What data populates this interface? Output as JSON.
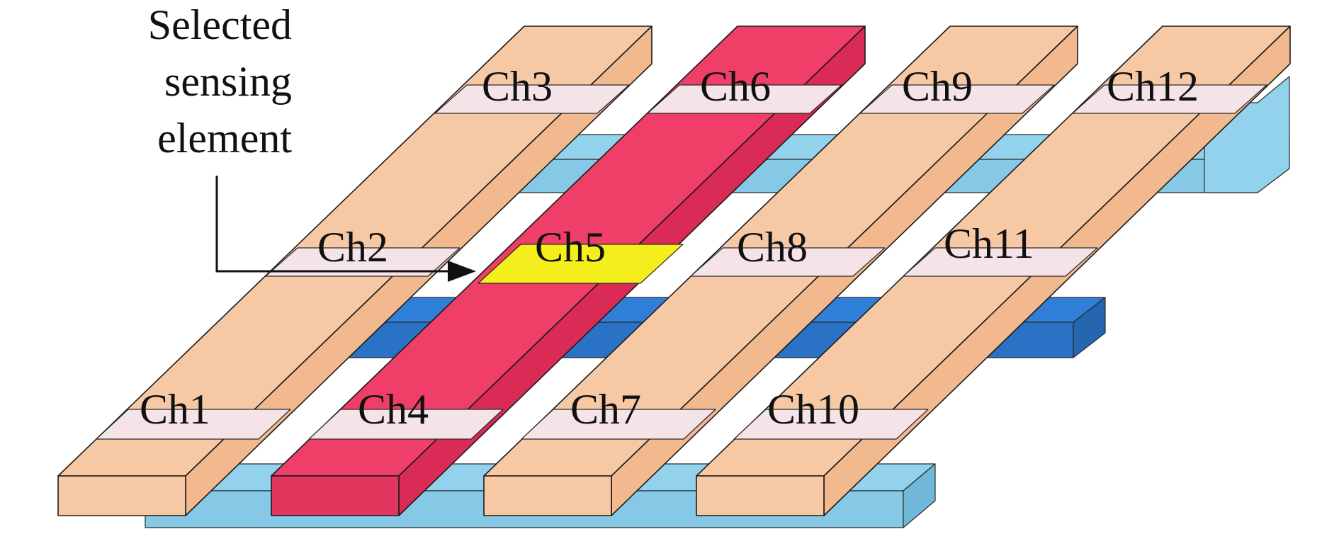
{
  "annotation": {
    "lines": [
      "Selected",
      "sensing",
      "element"
    ]
  },
  "channels": [
    {
      "id": "Ch1",
      "label": "Ch1"
    },
    {
      "id": "Ch2",
      "label": "Ch2"
    },
    {
      "id": "Ch3",
      "label": "Ch3"
    },
    {
      "id": "Ch4",
      "label": "Ch4"
    },
    {
      "id": "Ch5",
      "label": "Ch5"
    },
    {
      "id": "Ch6",
      "label": "Ch6"
    },
    {
      "id": "Ch7",
      "label": "Ch7"
    },
    {
      "id": "Ch8",
      "label": "Ch8"
    },
    {
      "id": "Ch9",
      "label": "Ch9"
    },
    {
      "id": "Ch10",
      "label": "Ch10"
    },
    {
      "id": "Ch11",
      "label": "Ch11"
    },
    {
      "id": "Ch12",
      "label": "Ch12"
    }
  ],
  "selected_channel": "Ch5",
  "colors": {
    "top_electrode": "#f7c8a4",
    "top_electrode_side": "#f2b88e",
    "selected_top_electrode": "#ef3e68",
    "selected_top_side": "#d92b55",
    "bottom_electrode": "#93d2ec",
    "bottom_electrode_dark": "#2f7ed8",
    "sensing_pad": "#f4e4e8",
    "selected_element": "#f3ee1c",
    "background": "#ffffff"
  }
}
